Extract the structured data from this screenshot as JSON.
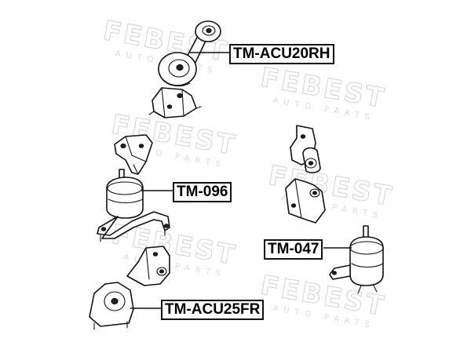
{
  "watermark": {
    "brand": "FEBEST",
    "tagline": "AUTO PARTS"
  },
  "labels": {
    "acu20rh": "TM-ACU20RH",
    "tm096": "TM-096",
    "tm047": "TM-047",
    "acu25fr": "TM-ACU25FR"
  },
  "colors": {
    "line": "#111111",
    "watermark": "#d9d9d9",
    "background": "#ffffff"
  }
}
